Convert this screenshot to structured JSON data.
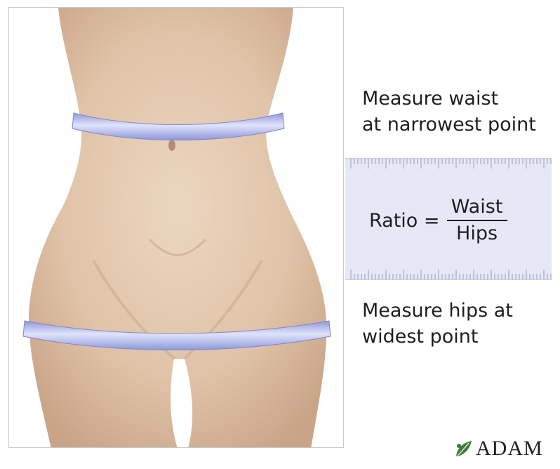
{
  "figure": {
    "waist_caption": [
      "Measure waist",
      "at narrowest point"
    ],
    "hips_caption": [
      "Measure hips at",
      "widest point"
    ],
    "ratio": {
      "label": "Ratio =",
      "numerator": "Waist",
      "denominator": "Hips"
    },
    "logo_text": "ADAM",
    "colors": {
      "tape": "#a9b2ec",
      "skin": "#e3c8ae",
      "ruler_background": "#e6e8f8",
      "text": "#1f1f1f"
    },
    "icons": [
      "leaf-icon"
    ]
  }
}
